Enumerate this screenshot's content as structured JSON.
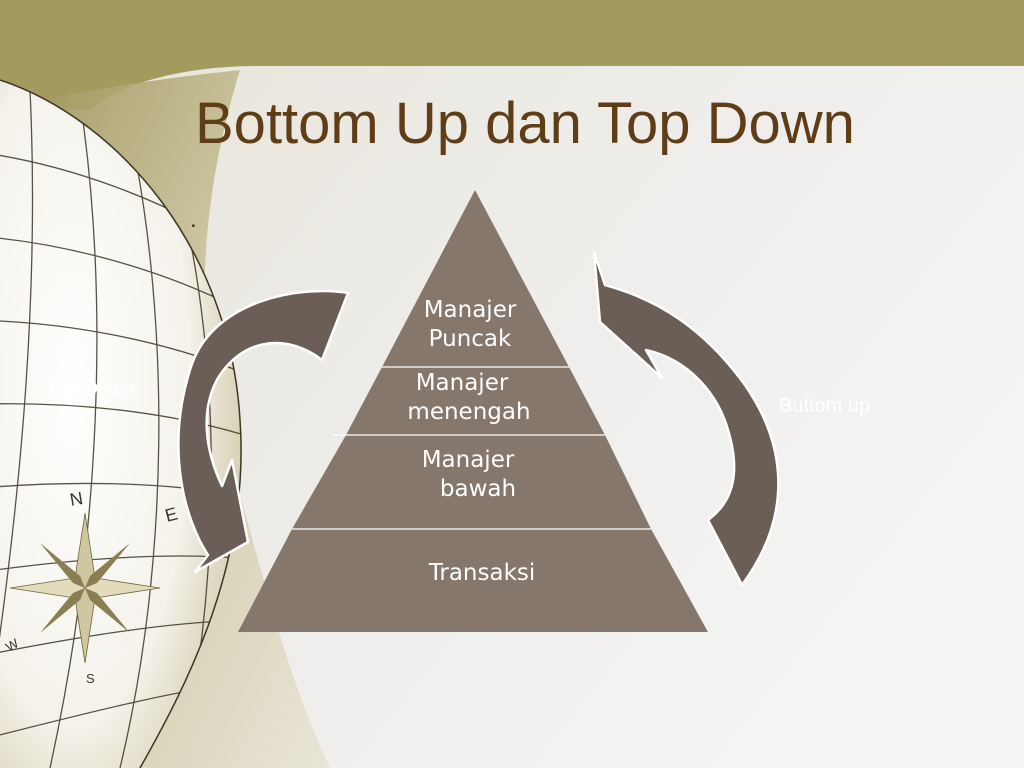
{
  "slide": {
    "title": "Bottom Up dan Top Down",
    "bullet": ".",
    "pyramid_levels": [
      {
        "line1": "Manajer",
        "line2": "Puncak"
      },
      {
        "line1": "Manajer",
        "line2": "menengah"
      },
      {
        "line1": "Manajer",
        "line2": "bawah"
      },
      {
        "line1": "Transaksi",
        "line2": ""
      }
    ],
    "left_arrow_label": "Top Down",
    "right_arrow_label": "Buttom up"
  },
  "compass": {
    "n": "N",
    "e": "E",
    "w": "W",
    "s": "S"
  },
  "colors": {
    "title": "#5e3d17",
    "pyramid_fill": "#86776c",
    "arrow_fill": "#6b5e56",
    "banner": "#a39a5e",
    "background": "#ecebe8"
  }
}
